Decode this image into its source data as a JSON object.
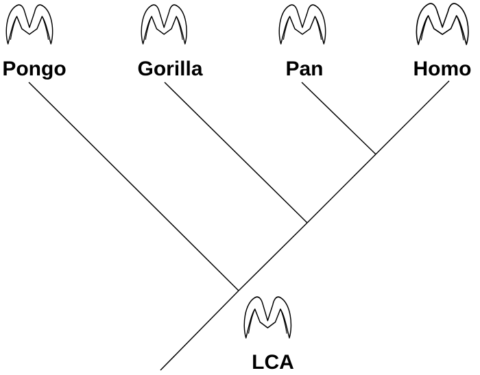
{
  "diagram": {
    "labels": {
      "pongo": "Pongo",
      "gorilla": "Gorilla",
      "pan": "Pan",
      "homo": "Homo",
      "lca": "LCA"
    },
    "colors": {
      "line": "#000000",
      "background": "#ffffff"
    },
    "icons": [
      "molar-tooth-icon"
    ]
  }
}
